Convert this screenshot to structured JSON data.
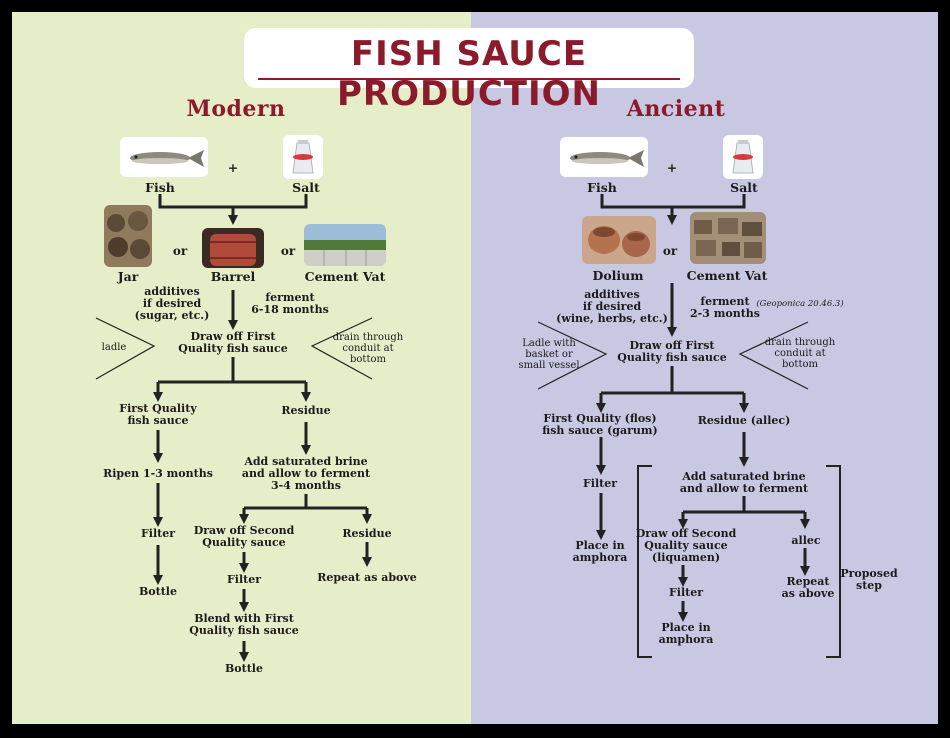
{
  "title": "FISH SAUCE PRODUCTION",
  "modern": {
    "heading": "Modern",
    "fish": "Fish",
    "plus": "+",
    "salt": "Salt",
    "or": "or",
    "jar": "Jar",
    "barrel": "Barrel",
    "cement_vat": "Cement Vat",
    "additives": [
      "additives",
      "if desired",
      "(sugar, etc.)"
    ],
    "ferment": [
      "ferment",
      "6-18 months"
    ],
    "ladle": "ladle",
    "draw_off_first": [
      "Draw off First",
      "Quality fish sauce"
    ],
    "drain": [
      "drain through",
      "conduit at",
      "bottom"
    ],
    "first_quality": [
      "First Quality",
      "fish sauce"
    ],
    "residue": "Residue",
    "ripen": "Ripen 1-3 months",
    "add_brine": [
      "Add saturated brine",
      "and allow to ferment",
      "3-4 months"
    ],
    "filter": "Filter",
    "draw_off_second": [
      "Draw off Second",
      "Quality sauce"
    ],
    "residue2": "Residue",
    "bottle": "Bottle",
    "filter2": "Filter",
    "repeat": "Repeat as above",
    "blend": [
      "Blend with First",
      "Quality fish sauce"
    ],
    "bottle2": "Bottle"
  },
  "ancient": {
    "heading": "Ancient",
    "fish": "Fish",
    "plus": "+",
    "salt": "Salt",
    "or": "or",
    "dolium": "Dolium",
    "cement_vat": "Cement Vat",
    "additives": [
      "additives",
      "if desired",
      "(wine, herbs, etc.)"
    ],
    "ferment": [
      "ferment",
      "2-3 months"
    ],
    "geoponica": "(Geoponica 20.46.3)",
    "ladle": [
      "Ladle with",
      "basket or",
      "small vessel"
    ],
    "draw_off_first": [
      "Draw off First",
      "Quality fish sauce"
    ],
    "drain": [
      "drain through",
      "conduit at",
      "bottom"
    ],
    "first_quality": [
      "First Quality (flos)",
      "fish sauce (garum)"
    ],
    "residue": "Residue (allec)",
    "add_brine": [
      "Add saturated brine",
      "and allow to ferment"
    ],
    "filter": "Filter",
    "draw_off_second": [
      "Draw off Second",
      "Quality sauce",
      "(liquamen)"
    ],
    "allec": "allec",
    "place_amphora": [
      "Place in",
      "amphora"
    ],
    "filter2": "Filter",
    "repeat": [
      "Repeat",
      "as above"
    ],
    "place_amphora2": [
      "Place in",
      "amphora"
    ],
    "proposed": [
      "Proposed",
      "step"
    ]
  },
  "colors": {
    "modern_bg": "#e5edc9",
    "ancient_bg": "#c8c8e3",
    "title_red": "#8b1a2b",
    "line": "#222222",
    "frame": "#000000"
  }
}
